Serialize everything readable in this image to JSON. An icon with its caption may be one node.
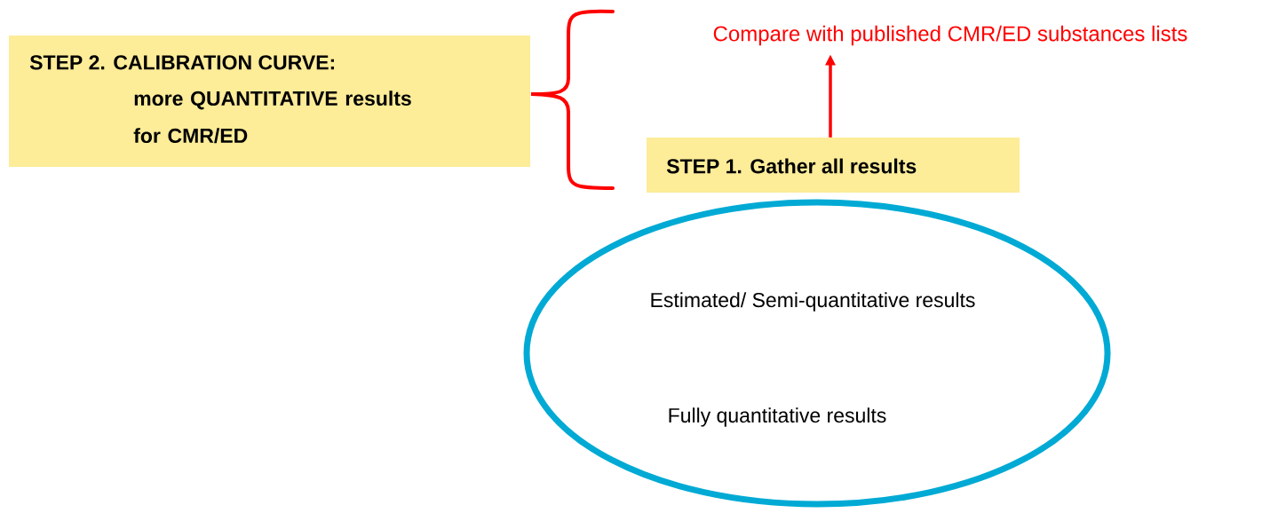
{
  "diagram": {
    "nodes": [
      {
        "text": [
          "STEP 2. CALIBRATION CURVE:",
          "more QUANTITATIVE results for CMR/ED"
        ]
      },
      {
        "text": [
          "Compare with published CMR/ED substances lists"
        ]
      },
      {
        "text": [
          "STEP 1. Gather all results"
        ]
      },
      {
        "text": [
          "Estimated/ Semi-quantitative results",
          "Fully quantitative results"
        ]
      }
    ],
    "edges": [
      {
        "from": 2,
        "to": 1,
        "arrow": "to",
        "color": "#ff0000"
      }
    ]
  }
}
